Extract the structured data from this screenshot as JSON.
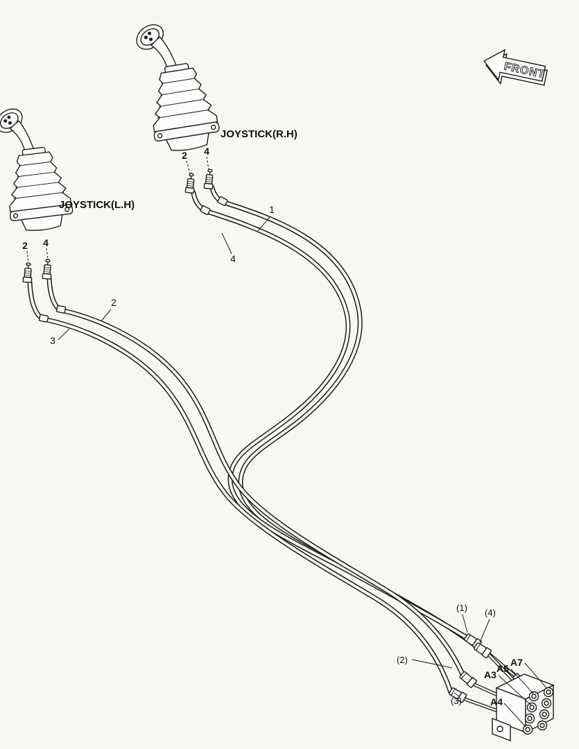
{
  "canvas": {
    "background": "#f7f7f4",
    "line_color": "#1a1a1a"
  },
  "front_arrow": {
    "label": "FRONT"
  },
  "joysticks": {
    "rh": {
      "label": "JOYSTICK(R.H)",
      "fitting_left": "2",
      "fitting_right": "4"
    },
    "lh": {
      "label": "JOYSTICK(L.H)",
      "fitting_left": "2",
      "fitting_right": "4"
    }
  },
  "hose_labels": {
    "h1": "1",
    "h2": "2",
    "h3": "3",
    "h4": "4"
  },
  "callouts": {
    "c1": "(1)",
    "c2": "(2)",
    "c3": "(3)",
    "c4": "(4)"
  },
  "port_labels": {
    "a7": "A7",
    "a5": "A5",
    "a3": "A3",
    "a4": "A4"
  }
}
